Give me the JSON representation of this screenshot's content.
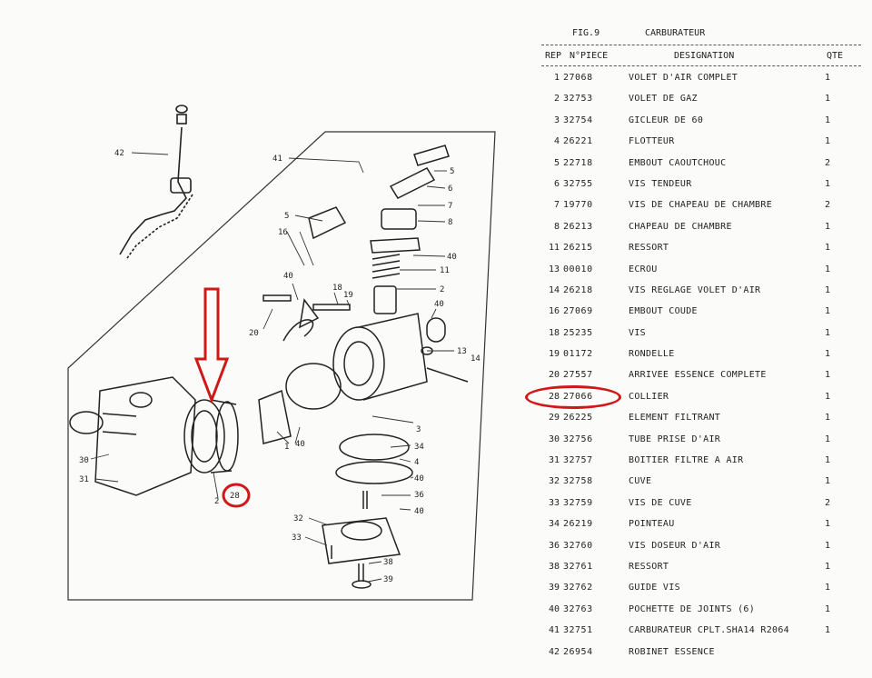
{
  "figure": {
    "number": "FIG.9",
    "title": "CARBURATEUR"
  },
  "columns": {
    "rep": "REP",
    "piece": "N°PIECE",
    "designation": "DESIGNATION",
    "qty": "QTE"
  },
  "parts": [
    {
      "rep": "1",
      "piece": "27068",
      "designation": "VOLET D'AIR COMPLET",
      "qty": "1"
    },
    {
      "rep": "2",
      "piece": "32753",
      "designation": "VOLET DE GAZ",
      "qty": "1"
    },
    {
      "rep": "3",
      "piece": "32754",
      "designation": "GICLEUR DE 60",
      "qty": "1"
    },
    {
      "rep": "4",
      "piece": "26221",
      "designation": "FLOTTEUR",
      "qty": "1"
    },
    {
      "rep": "5",
      "piece": "22718",
      "designation": "EMBOUT CAOUTCHOUC",
      "qty": "2"
    },
    {
      "rep": "6",
      "piece": "32755",
      "designation": "VIS TENDEUR",
      "qty": "1"
    },
    {
      "rep": "7",
      "piece": "19770",
      "designation": "VIS DE CHAPEAU DE CHAMBRE",
      "qty": "2"
    },
    {
      "rep": "8",
      "piece": "26213",
      "designation": "CHAPEAU DE CHAMBRE",
      "qty": "1"
    },
    {
      "rep": "11",
      "piece": "26215",
      "designation": "RESSORT",
      "qty": "1"
    },
    {
      "rep": "13",
      "piece": "00010",
      "designation": "ECROU",
      "qty": "1"
    },
    {
      "rep": "14",
      "piece": "26218",
      "designation": "VIS REGLAGE VOLET D'AIR",
      "qty": "1"
    },
    {
      "rep": "16",
      "piece": "27069",
      "designation": "EMBOUT COUDE",
      "qty": "1"
    },
    {
      "rep": "18",
      "piece": "25235",
      "designation": "VIS",
      "qty": "1"
    },
    {
      "rep": "19",
      "piece": "01172",
      "designation": "RONDELLE",
      "qty": "1"
    },
    {
      "rep": "20",
      "piece": "27557",
      "designation": "ARRIVEE ESSENCE COMPLETE",
      "qty": "1"
    },
    {
      "rep": "28",
      "piece": "27066",
      "designation": "COLLIER",
      "qty": "1"
    },
    {
      "rep": "29",
      "piece": "26225",
      "designation": "ELEMENT FILTRANT",
      "qty": "1"
    },
    {
      "rep": "30",
      "piece": "32756",
      "designation": "TUBE PRISE D'AIR",
      "qty": "1"
    },
    {
      "rep": "31",
      "piece": "32757",
      "designation": "BOITIER FILTRE A AIR",
      "qty": "1"
    },
    {
      "rep": "32",
      "piece": "32758",
      "designation": "CUVE",
      "qty": "1"
    },
    {
      "rep": "33",
      "piece": "32759",
      "designation": "VIS DE CUVE",
      "qty": "2"
    },
    {
      "rep": "34",
      "piece": "26219",
      "designation": "POINTEAU",
      "qty": "1"
    },
    {
      "rep": "36",
      "piece": "32760",
      "designation": "VIS DOSEUR D'AIR",
      "qty": "1"
    },
    {
      "rep": "38",
      "piece": "32761",
      "designation": "RESSORT",
      "qty": "1"
    },
    {
      "rep": "39",
      "piece": "32762",
      "designation": "GUIDE VIS",
      "qty": "1"
    },
    {
      "rep": "40",
      "piece": "32763",
      "designation": "POCHETTE DE JOINTS (6)",
      "qty": "1"
    },
    {
      "rep": "41",
      "piece": "32751",
      "designation": "CARBURATEUR CPLT.SHA14 R2064",
      "qty": "1"
    },
    {
      "rep": "42",
      "piece": "26954",
      "designation": "ROBINET ESSENCE",
      "qty": ""
    }
  ],
  "highlight_rep": "28",
  "callouts": [
    "42",
    "41",
    "5",
    "6",
    "7",
    "8",
    "5",
    "16",
    "40",
    "11",
    "2",
    "40",
    "18",
    "19",
    "40",
    "20",
    "13",
    "14",
    "3",
    "34",
    "1",
    "40",
    "4",
    "40",
    "36",
    "40",
    "30",
    "31",
    "2",
    "28",
    "32",
    "33",
    "38",
    "39"
  ],
  "accent_color": "#d01818"
}
